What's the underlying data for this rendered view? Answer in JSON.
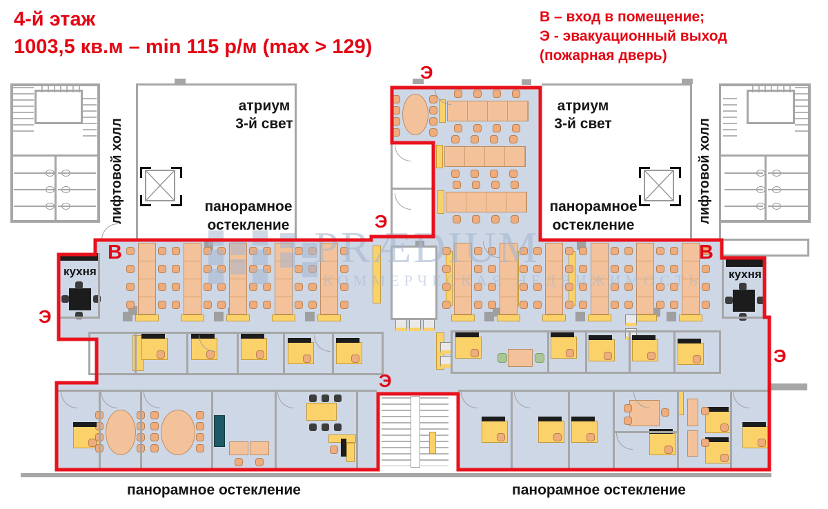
{
  "header": {
    "floor_title": "4-й этаж",
    "area_line": "1003,5 кв.м – min 115  р/м (max > 129)",
    "legend_line1": "В – вход в помещение;",
    "legend_line2": "Э - эвакуационный выход",
    "legend_line3": "(пожарная дверь)"
  },
  "plan_labels": {
    "atrium_left_line1": "атриум",
    "atrium_left_line2": "3-й свет",
    "atrium_right_line1": "атриум",
    "atrium_right_line2": "3-й свет",
    "lift_hall_left": "лифтовой холл",
    "lift_hall_right": "лифтовой холл",
    "glazing_left_line1": "панорамное",
    "glazing_left_line2": "остекление",
    "glazing_right_line1": "панорамное",
    "glazing_right_line2": "остекление",
    "kitchen_left": "кухня",
    "kitchen_right": "кухня",
    "glazing_bottom_left": "панорамное остекление",
    "glazing_bottom_right": "панорамное остекление"
  },
  "markers": {
    "entrance_left": "В",
    "entrance_right": "В",
    "exit_top": "Э",
    "exit_mid_left": "Э",
    "exit_far_left": "Э",
    "exit_bottom_center": "Э",
    "exit_right": "Э"
  },
  "watermark": {
    "logo_text": "PRÆDIUM",
    "subtitle": "КОММЕРЧЕСКАЯ НЕДВИЖИМОСТЬ"
  },
  "colors": {
    "accent_red": "#e30613",
    "leased_outline_red": "#e8111c",
    "floor_blue": "#cdd7e6",
    "desk_orange": "#f4c29a",
    "cabinet_yellow": "#fbd169",
    "wall_gray": "#a6a6a6",
    "watermark_blue": "#a4b6cf"
  }
}
